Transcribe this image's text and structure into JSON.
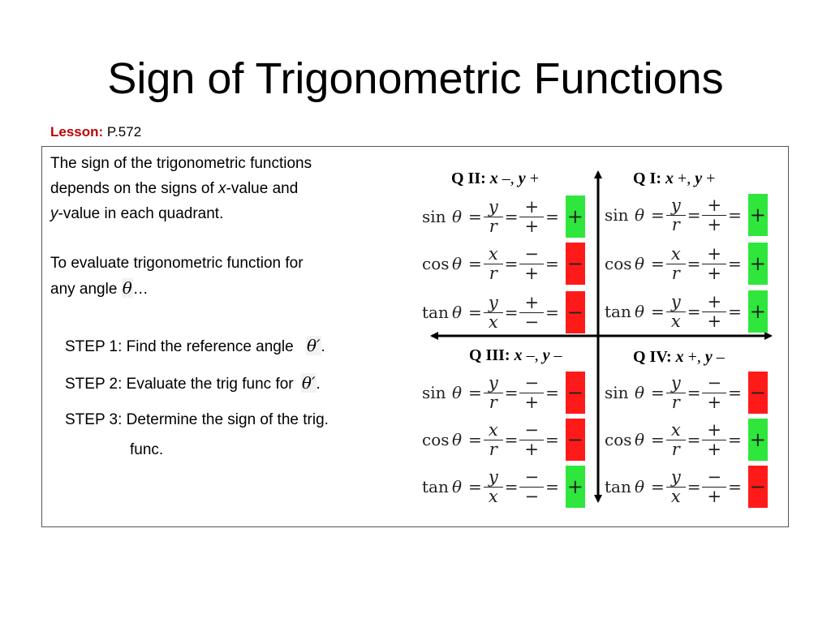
{
  "title": "Sign of Trigonometric Functions",
  "lesson": {
    "label": "Lesson:",
    "page": "P.572"
  },
  "intro": {
    "line1": "The sign of the trigonometric functions",
    "line2_a": "depends on the signs of ",
    "line2_var": "x",
    "line2_b": "-value and",
    "line3_var": "y",
    "line3_b": "-value in each quadrant.",
    "line4": "To evaluate trigonometric function for",
    "line5_a": "any angle ",
    "line5_theta": "θ",
    "line5_b": "…"
  },
  "steps": {
    "s1": "STEP 1: Find the reference angle",
    "s1_sym": "θ′",
    "s2": "STEP 2: Evaluate the trig func for",
    "s2_sym": "θ′",
    "s3": "STEP 3: Determine the sign of the trig.",
    "s3_cont": "func.",
    "end_mark": "."
  },
  "symbols": {
    "theta": "θ",
    "equals": "=",
    "plus": "+",
    "minus": "−"
  },
  "colors": {
    "positive": "#2fe63c",
    "negative": "#ff1a1a",
    "lesson_label": "#c00000"
  },
  "quadrants": {
    "q2": {
      "label": "Q II:",
      "x": "x",
      "x_sign": "–,",
      "y": "y",
      "y_sign": "+",
      "rows": [
        {
          "fn": "sin",
          "num": "y",
          "den": "r",
          "sn": "+",
          "sd": "+",
          "result": "+"
        },
        {
          "fn": "cos",
          "num": "x",
          "den": "r",
          "sn": "−",
          "sd": "+",
          "result": "−"
        },
        {
          "fn": "tan",
          "num": "y",
          "den": "x",
          "sn": "+",
          "sd": "−",
          "result": "−"
        }
      ]
    },
    "q1": {
      "label": "Q I:",
      "x": "x",
      "x_sign": "+,",
      "y": "y",
      "y_sign": "+",
      "rows": [
        {
          "fn": "sin",
          "num": "y",
          "den": "r",
          "sn": "+",
          "sd": "+",
          "result": "+"
        },
        {
          "fn": "cos",
          "num": "x",
          "den": "r",
          "sn": "+",
          "sd": "+",
          "result": "+"
        },
        {
          "fn": "tan",
          "num": "y",
          "den": "x",
          "sn": "+",
          "sd": "+",
          "result": "+"
        }
      ]
    },
    "q3": {
      "label": "Q III:",
      "x": "x",
      "x_sign": "–,",
      "y": "y",
      "y_sign": "–",
      "rows": [
        {
          "fn": "sin",
          "num": "y",
          "den": "r",
          "sn": "−",
          "sd": "+",
          "result": "−"
        },
        {
          "fn": "cos",
          "num": "x",
          "den": "r",
          "sn": "−",
          "sd": "+",
          "result": "−"
        },
        {
          "fn": "tan",
          "num": "y",
          "den": "x",
          "sn": "−",
          "sd": "−",
          "result": "+"
        }
      ]
    },
    "q4": {
      "label": "Q IV:",
      "x": "x",
      "x_sign": "+,",
      "y": "y",
      "y_sign": "–",
      "rows": [
        {
          "fn": "sin",
          "num": "y",
          "den": "r",
          "sn": "−",
          "sd": "+",
          "result": "−"
        },
        {
          "fn": "cos",
          "num": "x",
          "den": "r",
          "sn": "+",
          "sd": "+",
          "result": "+"
        },
        {
          "fn": "tan",
          "num": "y",
          "den": "x",
          "sn": "−",
          "sd": "+",
          "result": "−"
        }
      ]
    }
  }
}
